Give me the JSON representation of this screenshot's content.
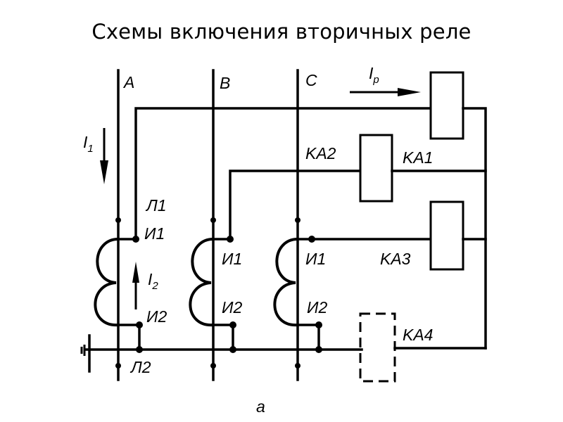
{
  "title": "Схемы включения вторичных реле",
  "phases": {
    "a": "A",
    "b": "B",
    "c": "C"
  },
  "currents": {
    "primary": "I",
    "primary_sub": "1",
    "secondary": "I",
    "secondary_sub": "2",
    "relay": "I",
    "relay_sub": "p"
  },
  "terminals": {
    "l1": "Л1",
    "l2": "Л2",
    "i1": "И1",
    "i2": "И2"
  },
  "relays": {
    "ka1": "KA1",
    "ka2": "KA2",
    "ka3": "KA3",
    "ka4": "KA4"
  },
  "caption": "a"
}
